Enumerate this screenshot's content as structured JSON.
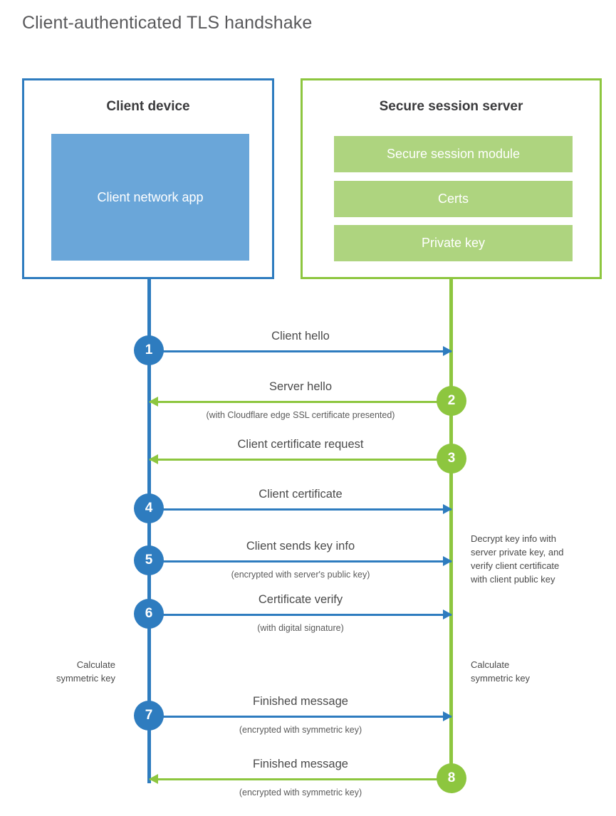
{
  "title": "Client-authenticated TLS handshake",
  "colors": {
    "blue": "#2e7cbf",
    "blue_fill": "#6aa6d9",
    "green": "#8dc63f",
    "green_fill": "#aed47f",
    "text": "#4a4a4a",
    "heading": "#59595b"
  },
  "parties": {
    "client": {
      "title": "Client device",
      "components": [
        {
          "label": "Client network\napp"
        }
      ]
    },
    "server": {
      "title": "Secure session server",
      "components": [
        {
          "label": "Secure session module"
        },
        {
          "label": "Certs"
        },
        {
          "label": "Private key"
        }
      ]
    }
  },
  "messages": [
    {
      "step": "1",
      "label": "Client hello",
      "sublabel": "",
      "direction": "client-to-server",
      "color": "blue"
    },
    {
      "step": "2",
      "label": "Server hello",
      "sublabel": "(with Cloudflare edge SSL certificate presented)",
      "direction": "server-to-client",
      "color": "green"
    },
    {
      "step": "3",
      "label": "Client certificate request",
      "sublabel": "",
      "direction": "server-to-client",
      "color": "green"
    },
    {
      "step": "4",
      "label": "Client certificate",
      "sublabel": "",
      "direction": "client-to-server",
      "color": "blue"
    },
    {
      "step": "5",
      "label": "Client sends key info",
      "sublabel": "(encrypted with server's public key)",
      "direction": "client-to-server",
      "color": "blue"
    },
    {
      "step": "6",
      "label": "Certificate verify",
      "sublabel": "(with digital signature)",
      "direction": "client-to-server",
      "color": "blue"
    },
    {
      "step": "7",
      "label": "Finished message",
      "sublabel": "(encrypted with symmetric key)",
      "direction": "client-to-server",
      "color": "blue"
    },
    {
      "step": "8",
      "label": "Finished message",
      "sublabel": "(encrypted with symmetric key)",
      "direction": "server-to-client",
      "color": "green"
    }
  ],
  "notes": {
    "server_decrypt": "Decrypt key info with\nserver private key, and\nverify client certificate\nwith client public key",
    "client_calculate": "Calculate\nsymmetric key",
    "server_calculate": "Calculate\nsymmetric key"
  }
}
